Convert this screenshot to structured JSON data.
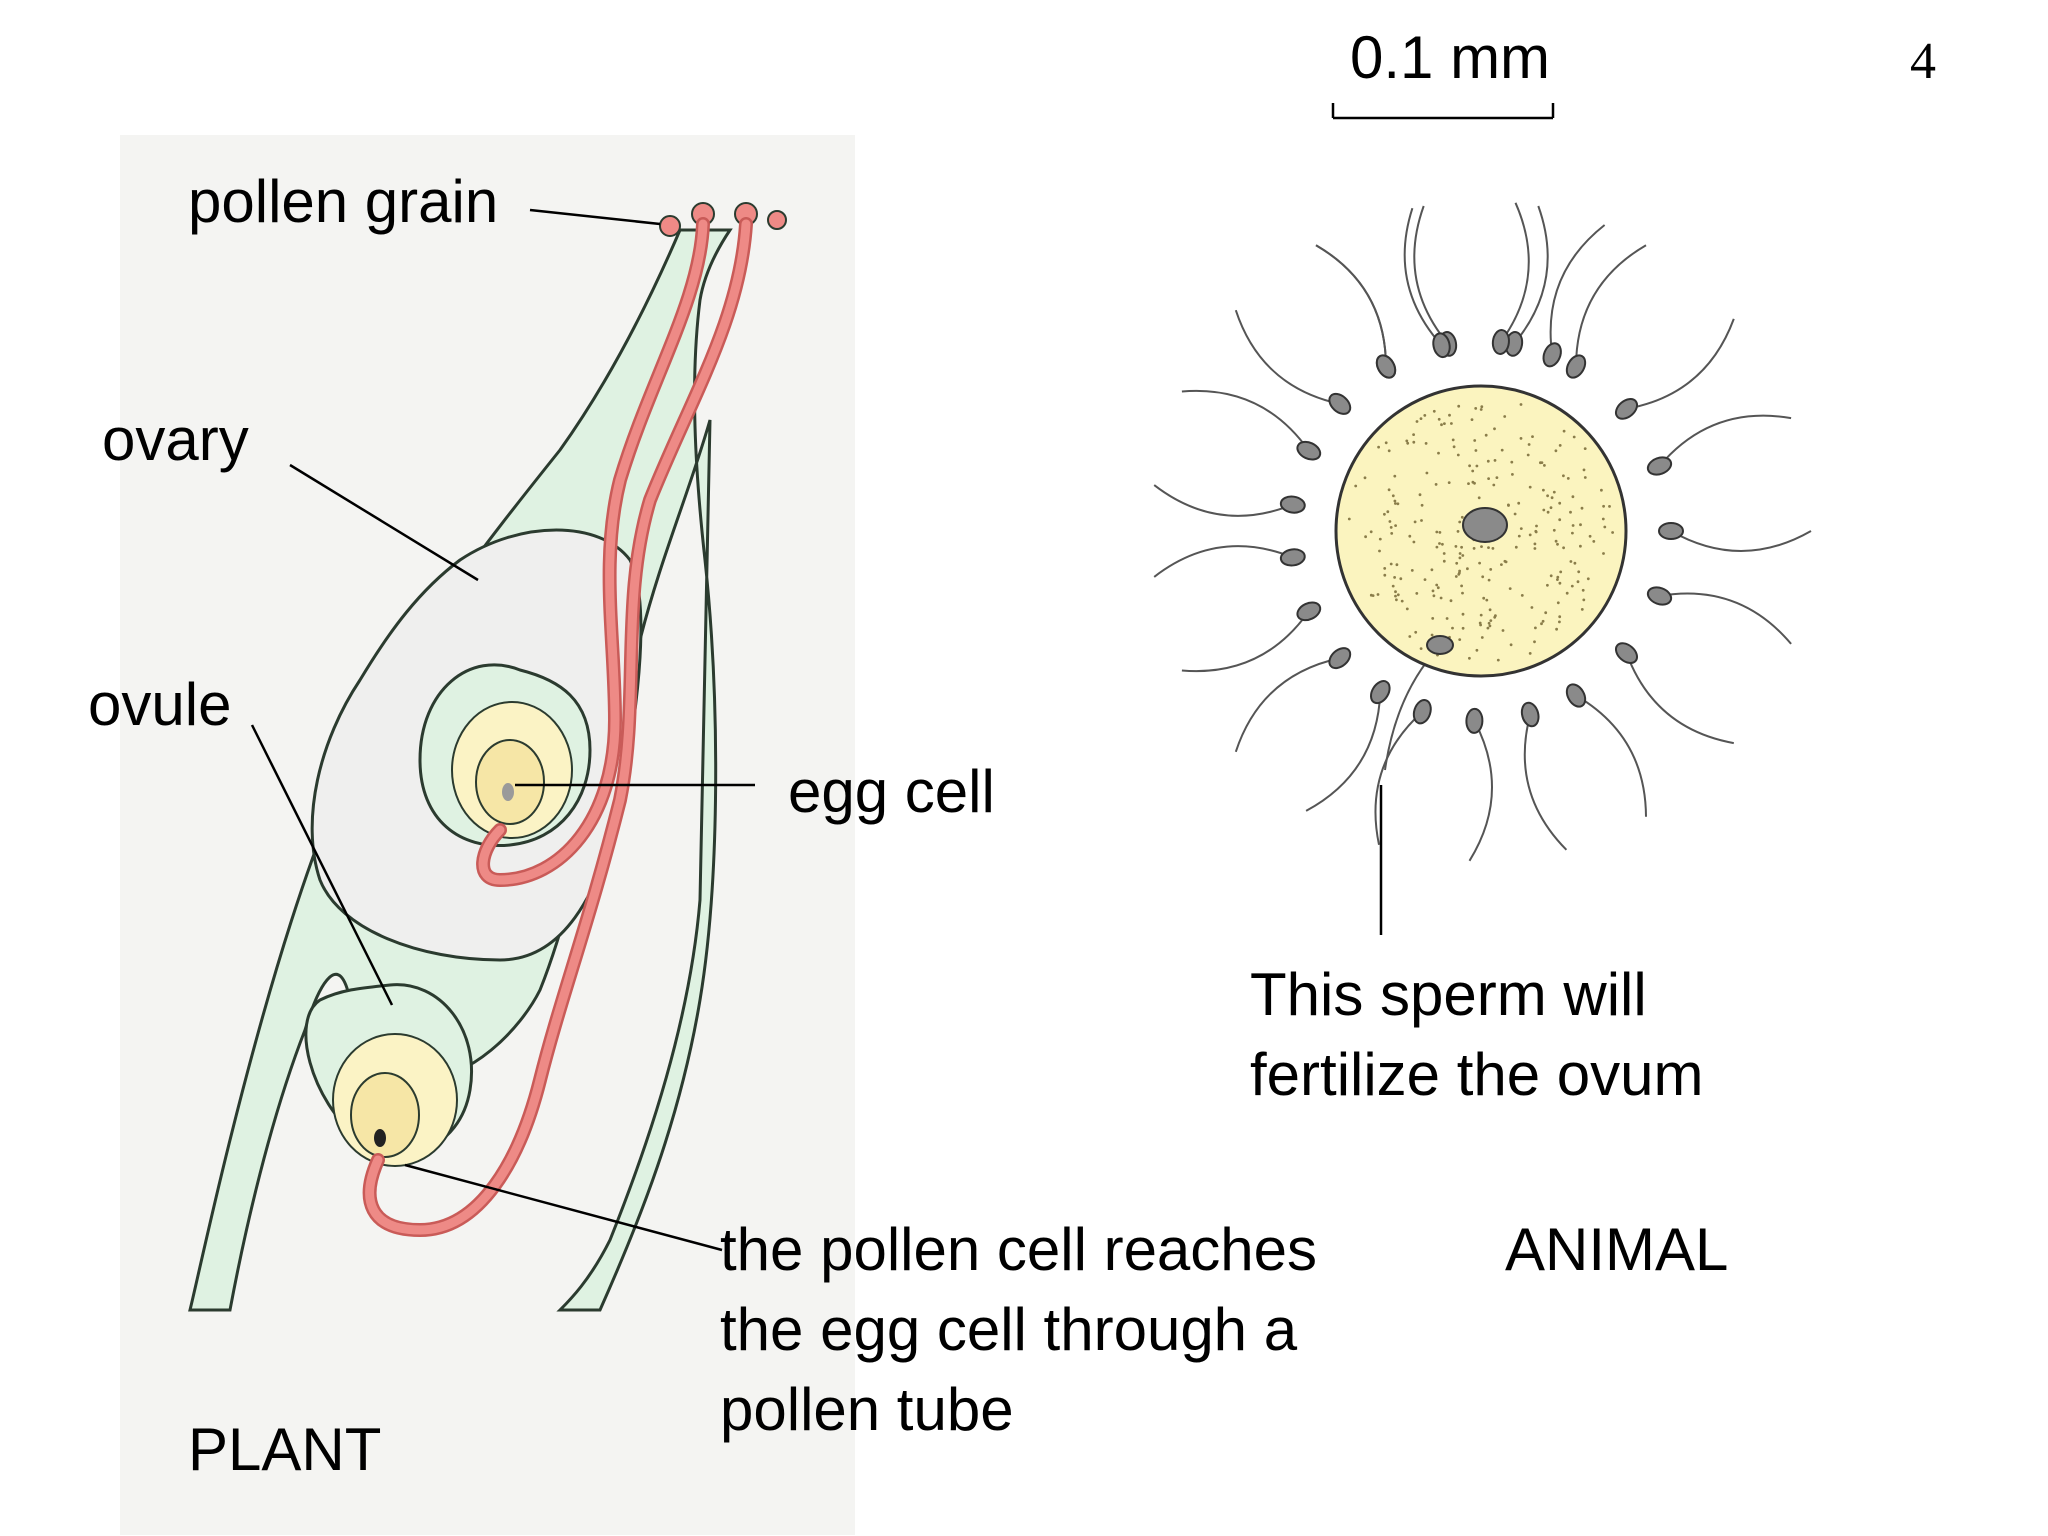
{
  "page_number": "4",
  "scale_bar": {
    "label": "0.1 mm"
  },
  "plant": {
    "title": "PLANT",
    "labels": {
      "pollen_grain": "pollen grain",
      "ovary": "ovary",
      "ovule": "ovule",
      "egg_cell": "egg cell",
      "pollen_tube_note": [
        "the pollen cell reaches",
        "the egg cell through a",
        "pollen tube"
      ]
    }
  },
  "animal": {
    "title": "ANIMAL",
    "sperm_note": [
      "This sperm will",
      "fertilize the ovum"
    ]
  },
  "colors": {
    "tissue_green": "#dff2e2",
    "tissue_outline": "#2b3b2f",
    "pollen_tube": "#ee8a86",
    "pollen_tube_dark": "#c95b58",
    "ovule_yellow": "#fbf3c5",
    "egg_yellow": "#f6e6a6",
    "ovum_fill": "#fbf4bf",
    "sperm_head": "#8a8a8a",
    "background_panel": "#f4f4f2"
  }
}
